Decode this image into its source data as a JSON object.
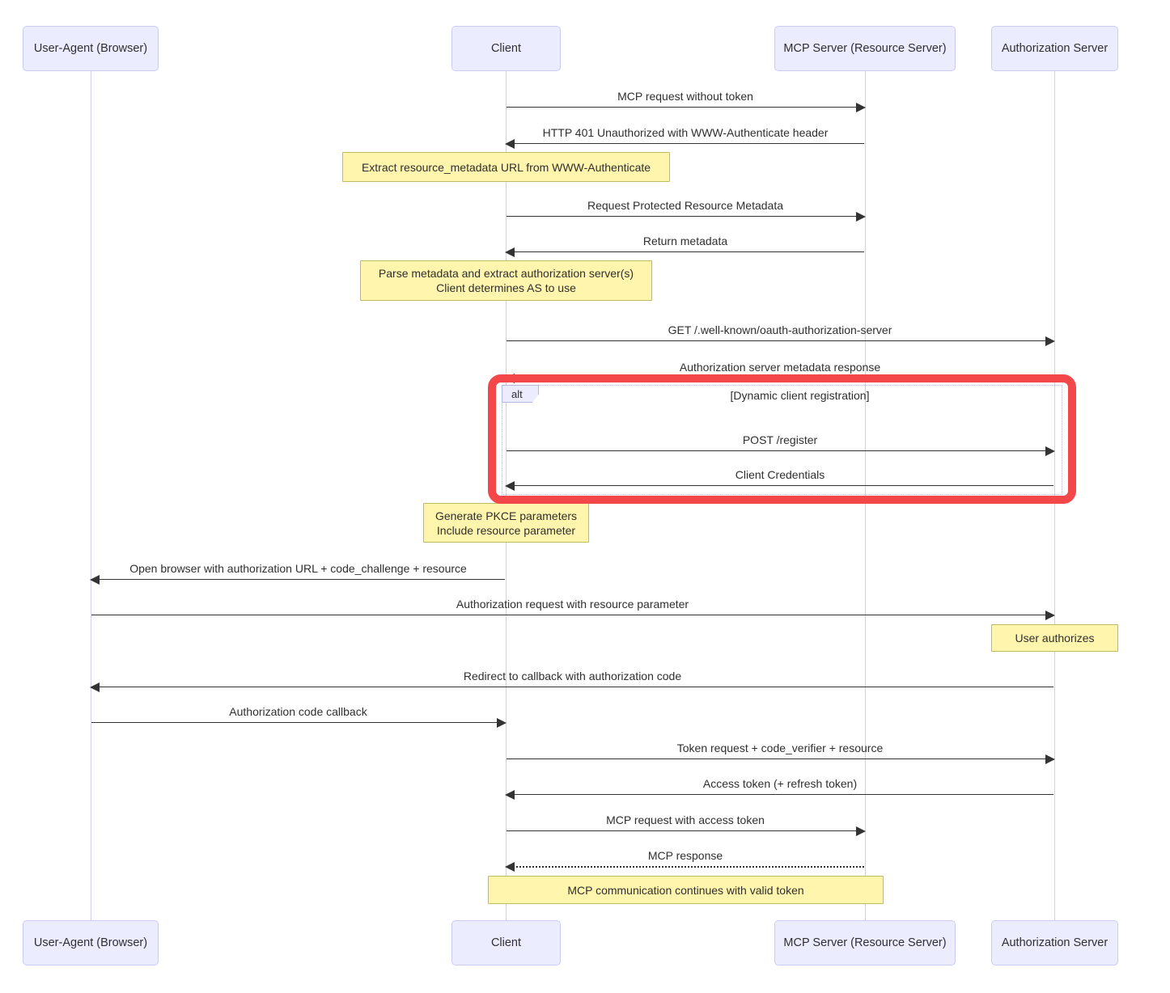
{
  "diagram": {
    "actors": [
      {
        "id": "ua",
        "label": "User-Agent (Browser)"
      },
      {
        "id": "client",
        "label": "Client"
      },
      {
        "id": "mcp",
        "label": "MCP Server (Resource Server)"
      },
      {
        "id": "as",
        "label": "Authorization Server"
      }
    ],
    "messages": [
      {
        "from": "client",
        "to": "mcp",
        "label": "MCP request without token",
        "line": "solid"
      },
      {
        "from": "mcp",
        "to": "client",
        "label": "HTTP 401 Unauthorized with WWW-Authenticate header",
        "line": "solid"
      },
      {
        "from": "client",
        "to": "mcp",
        "label": "Request Protected Resource Metadata",
        "line": "solid"
      },
      {
        "from": "mcp",
        "to": "client",
        "label": "Return metadata",
        "line": "solid"
      },
      {
        "from": "client",
        "to": "as",
        "label": "GET /.well-known/oauth-authorization-server",
        "line": "solid"
      },
      {
        "from": "as",
        "to": "client",
        "label": "Authorization server metadata response",
        "line": "solid"
      },
      {
        "from": "client",
        "to": "as",
        "label": "POST /register",
        "line": "solid"
      },
      {
        "from": "as",
        "to": "client",
        "label": "Client Credentials",
        "line": "solid"
      },
      {
        "from": "client",
        "to": "ua",
        "label": "Open browser with authorization URL + code_challenge + resource",
        "line": "solid"
      },
      {
        "from": "ua",
        "to": "as",
        "label": "Authorization request with resource parameter",
        "line": "solid"
      },
      {
        "from": "as",
        "to": "ua",
        "label": "Redirect to callback with authorization code",
        "line": "solid"
      },
      {
        "from": "ua",
        "to": "client",
        "label": "Authorization code callback",
        "line": "solid"
      },
      {
        "from": "client",
        "to": "as",
        "label": "Token request + code_verifier + resource",
        "line": "solid"
      },
      {
        "from": "as",
        "to": "client",
        "label": "Access token (+ refresh token)",
        "line": "solid"
      },
      {
        "from": "client",
        "to": "mcp",
        "label": "MCP request with access token",
        "line": "solid"
      },
      {
        "from": "mcp",
        "to": "client",
        "label": "MCP response",
        "line": "dotted"
      }
    ],
    "notes": [
      {
        "over": [
          "client"
        ],
        "lines": [
          "Extract resource_metadata URL from WWW-Authenticate"
        ]
      },
      {
        "over": [
          "client"
        ],
        "lines": [
          "Parse metadata and extract authorization server(s)",
          "Client determines AS to use"
        ]
      },
      {
        "over": [
          "client"
        ],
        "lines": [
          "Generate PKCE parameters",
          "Include resource parameter"
        ]
      },
      {
        "over": [
          "as"
        ],
        "lines": [
          "User authorizes"
        ]
      },
      {
        "over": [
          "client",
          "mcp"
        ],
        "lines": [
          "MCP communication continues with valid token"
        ]
      }
    ],
    "alt_block": {
      "tag": "alt",
      "condition": "[Dynamic client registration]"
    },
    "annotation": {
      "kind": "highlight-box",
      "color": "#f4474a"
    }
  },
  "colors": {
    "background": "#ffffff",
    "actor_fill": "#ececff",
    "actor_border": "#ccccf2",
    "note_fill": "#fff5ad",
    "note_border": "#bcbc62",
    "lifeline": "#d2d0e6",
    "arrow": "#333333",
    "alt_border": "#b6b6de",
    "alt_tag_fill": "#ececff",
    "text": "#2f2f2f"
  }
}
